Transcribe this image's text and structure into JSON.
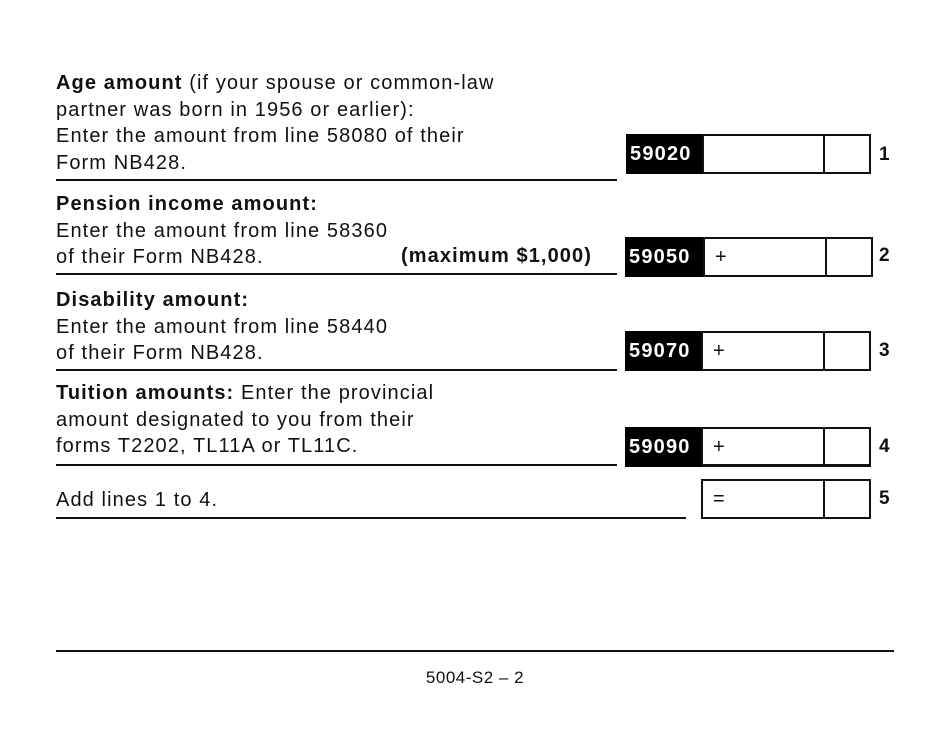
{
  "lines": [
    {
      "number": "1",
      "title": "Age amount",
      "text_after_title": " (if your spouse or common-law",
      "lines_text": [
        "partner was born in 1956 or earlier):",
        "Enter the amount from line 58080 of their",
        "Form NB428."
      ],
      "code": "59020",
      "operator": "",
      "value": ""
    },
    {
      "number": "2",
      "title": "Pension income amount:",
      "lines_text": [
        "Enter the amount from line 58360",
        "of their Form NB428."
      ],
      "note": "(maximum $1,000)",
      "code": "59050",
      "operator": "+",
      "value": ""
    },
    {
      "number": "3",
      "title": "Disability amount:",
      "lines_text": [
        "Enter the amount from line 58440",
        "of their Form NB428."
      ],
      "code": "59070",
      "operator": "+",
      "value": ""
    },
    {
      "number": "4",
      "title": "Tuition amounts:",
      "text_after_title": " Enter the provincial",
      "lines_text": [
        "amount designated to you from their",
        "forms T2202, TL11A or TL11C."
      ],
      "code": "59090",
      "operator": "+",
      "value": ""
    },
    {
      "number": "5",
      "text": "Add lines 1 to 4.",
      "operator": "=",
      "value": ""
    }
  ],
  "footer": {
    "page_label": "5004-S2 – 2"
  }
}
